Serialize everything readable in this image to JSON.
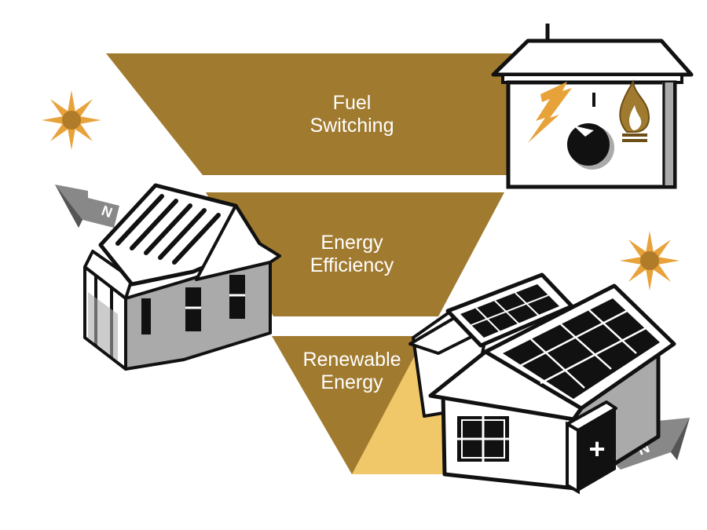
{
  "tiers": [
    {
      "line1": "Fuel",
      "line2": "Switching"
    },
    {
      "line1": "Energy",
      "line2": "Efficiency"
    },
    {
      "line1": "Renewable",
      "line2": "Energy"
    }
  ],
  "compass": [
    {
      "letter": "N"
    },
    {
      "letter": "N"
    }
  ],
  "battery_sign": "+",
  "colors": {
    "tier": "#a07a2e",
    "tier_light": "#f0c86a",
    "sun": "#e8a23a",
    "sun_center": "#b07c2a",
    "house_gray": "#aaaaaa",
    "outline": "#111111"
  },
  "icons": [
    "sun-icon",
    "lightning-icon",
    "flame-icon",
    "gauge-icon",
    "compass-arrow-icon",
    "solar-panel-icon",
    "battery-icon"
  ]
}
